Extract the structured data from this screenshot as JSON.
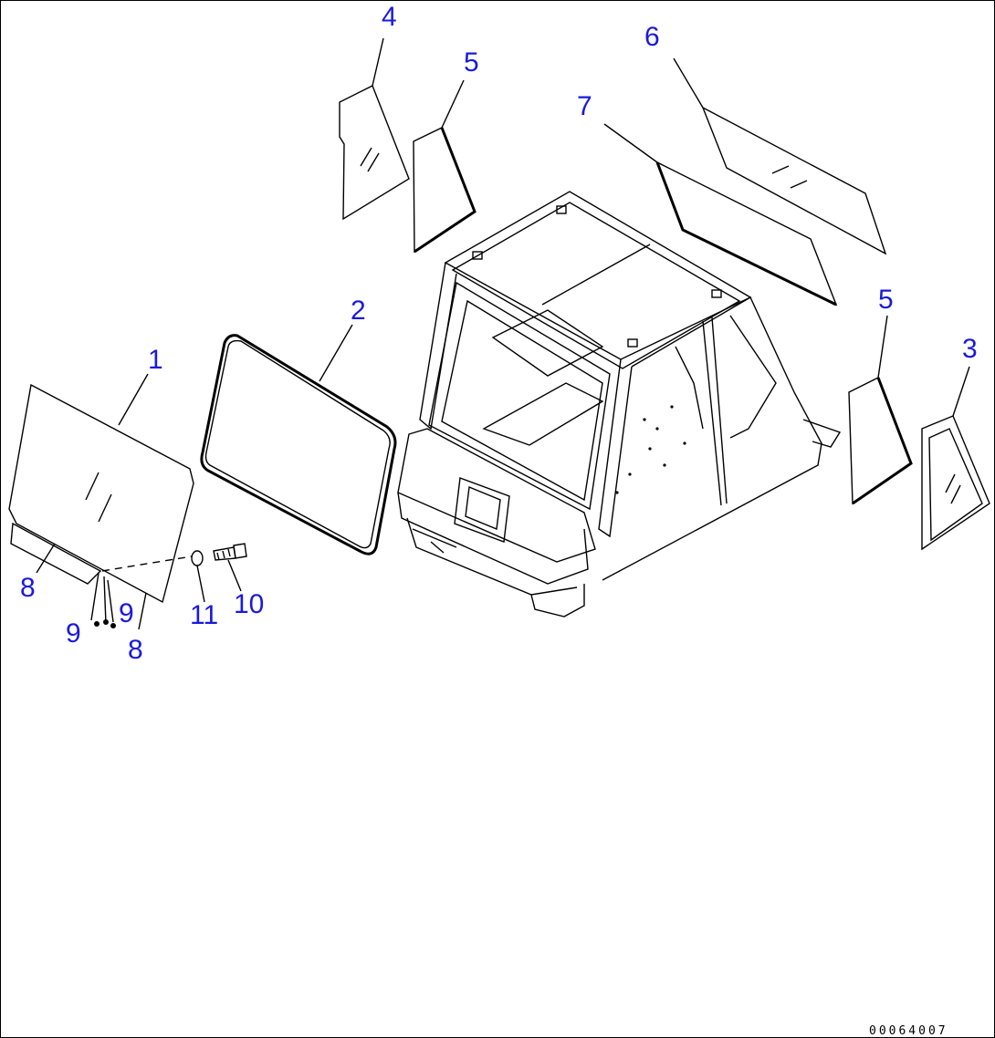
{
  "callouts": {
    "c1": "1",
    "c2": "2",
    "c3": "3",
    "c4": "4",
    "c5a": "5",
    "c5b": "5",
    "c6": "6",
    "c7": "7",
    "c8a": "8",
    "c8b": "8",
    "c9a": "9",
    "c9b": "9",
    "c10": "10",
    "c11": "11"
  },
  "drawing_number": "00064007",
  "colors": {
    "callout": "#1a1adb",
    "line": "#000000",
    "background": "#ffffff"
  }
}
